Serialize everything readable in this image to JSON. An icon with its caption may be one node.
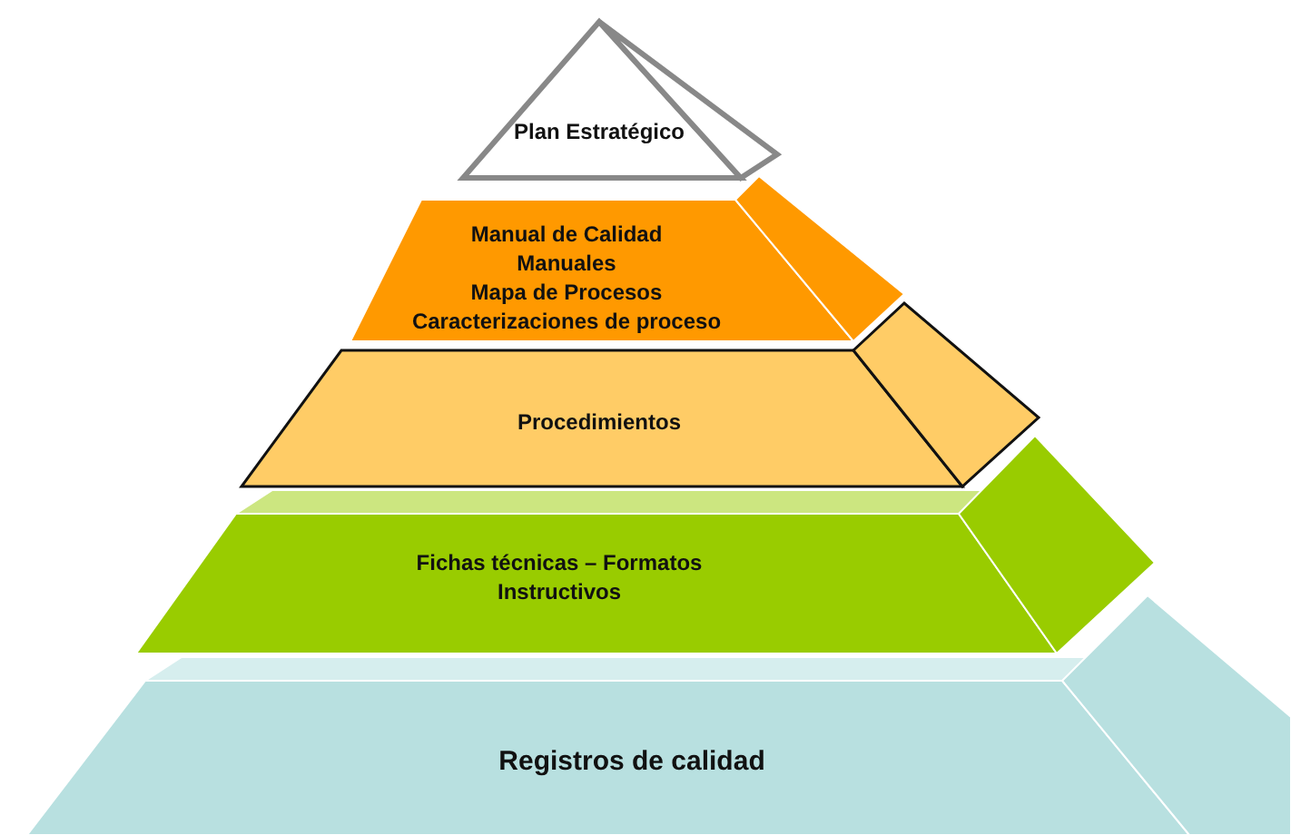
{
  "diagram": {
    "nodes": [
      {
        "text": [
          "Plan Estratégico"
        ]
      },
      {
        "text": [
          "Manual de Calidad",
          "Manuales",
          "Mapa de Procesos",
          "Caracterizaciones de proceso"
        ]
      },
      {
        "text": [
          "Procedimientos"
        ]
      },
      {
        "text": [
          "Fichas técnicas – Formatos",
          "Instructivos"
        ]
      },
      {
        "text": [
          "Registros de calidad"
        ]
      }
    ]
  }
}
